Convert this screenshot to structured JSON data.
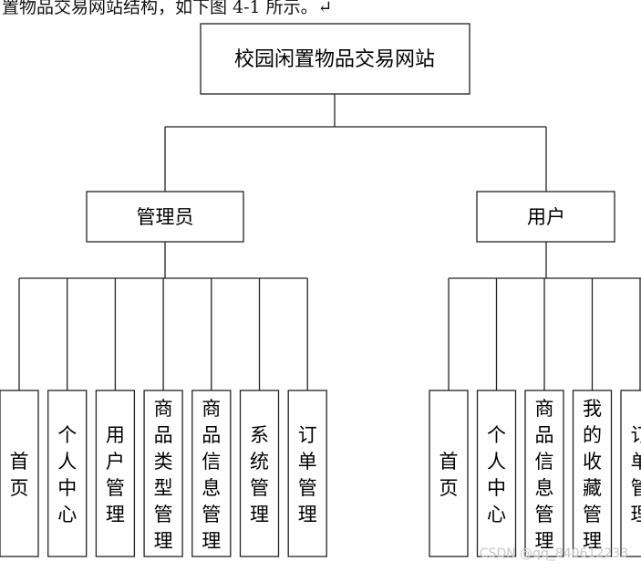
{
  "caption": "置物品交易网站结构，如下图 4-1 所示。↵",
  "watermark": "CSDN @qq_840612233",
  "root": "校园闲置物品交易网站",
  "admin": {
    "title": "管理员",
    "children": [
      "首页",
      "个人中心",
      "用户管理",
      "商品类型管理",
      "商品信息管理",
      "系统管理",
      "订单管理"
    ]
  },
  "user": {
    "title": "用户",
    "children": [
      "首页",
      "个人中心",
      "商品信息管理",
      "我的收藏管理",
      "订单管理"
    ]
  }
}
